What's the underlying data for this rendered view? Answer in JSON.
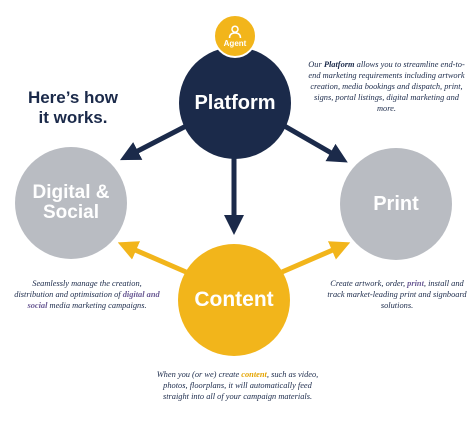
{
  "headline": {
    "line1": "Here’s how",
    "line2": "it works."
  },
  "agent": {
    "label": "Agent"
  },
  "nodes": {
    "platform": {
      "label": "Platform"
    },
    "digital": {
      "line1": "Digital &",
      "line2": "Social"
    },
    "print": {
      "label": "Print"
    },
    "content": {
      "label": "Content"
    }
  },
  "descriptions": {
    "platform": {
      "pre": "Our ",
      "highlight": "Platform",
      "post": " allows you to streamline end-to-end marketing requirements including artwork creation, media bookings and dispatch, print, signs, portal listings, digital marketing and more."
    },
    "digital": {
      "pre": "Seamlessly manage the creation, distribution and optimisation of ",
      "highlight": "digital and social",
      "post": " media marketing campaigns."
    },
    "print": {
      "pre": "Create artwork, order, ",
      "highlight": "print",
      "post": ", install and track market-leading print and signboard solutions."
    },
    "content": {
      "pre": "When you (or we) create ",
      "highlight": "content",
      "post": ", such as video, photos, floorplans, it will automatically feed straight into all of your campaign materials."
    }
  },
  "colors": {
    "navy": "#1b2a4a",
    "gold": "#f2b51b",
    "grey": "#b9bcc2",
    "purple": "#6b5b95"
  },
  "icons": {
    "agent": "person-icon"
  }
}
